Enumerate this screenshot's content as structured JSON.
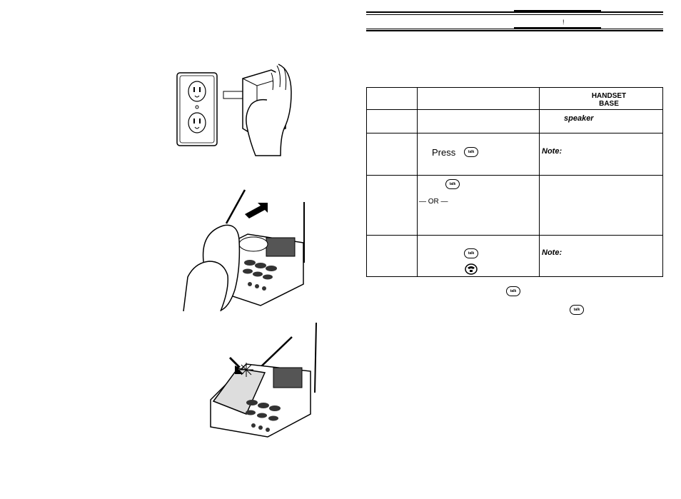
{
  "header": {
    "mark": "!"
  },
  "table": {
    "col_header": {
      "line1": "HANDSET",
      "line2": "BASE"
    },
    "rows": [
      {
        "base_text": "speaker"
      },
      {
        "press_label": "Press",
        "note_label": "Note:"
      },
      {
        "or_label": "— OR —"
      },
      {
        "note_label": "Note:"
      }
    ]
  },
  "button_label": "talk"
}
